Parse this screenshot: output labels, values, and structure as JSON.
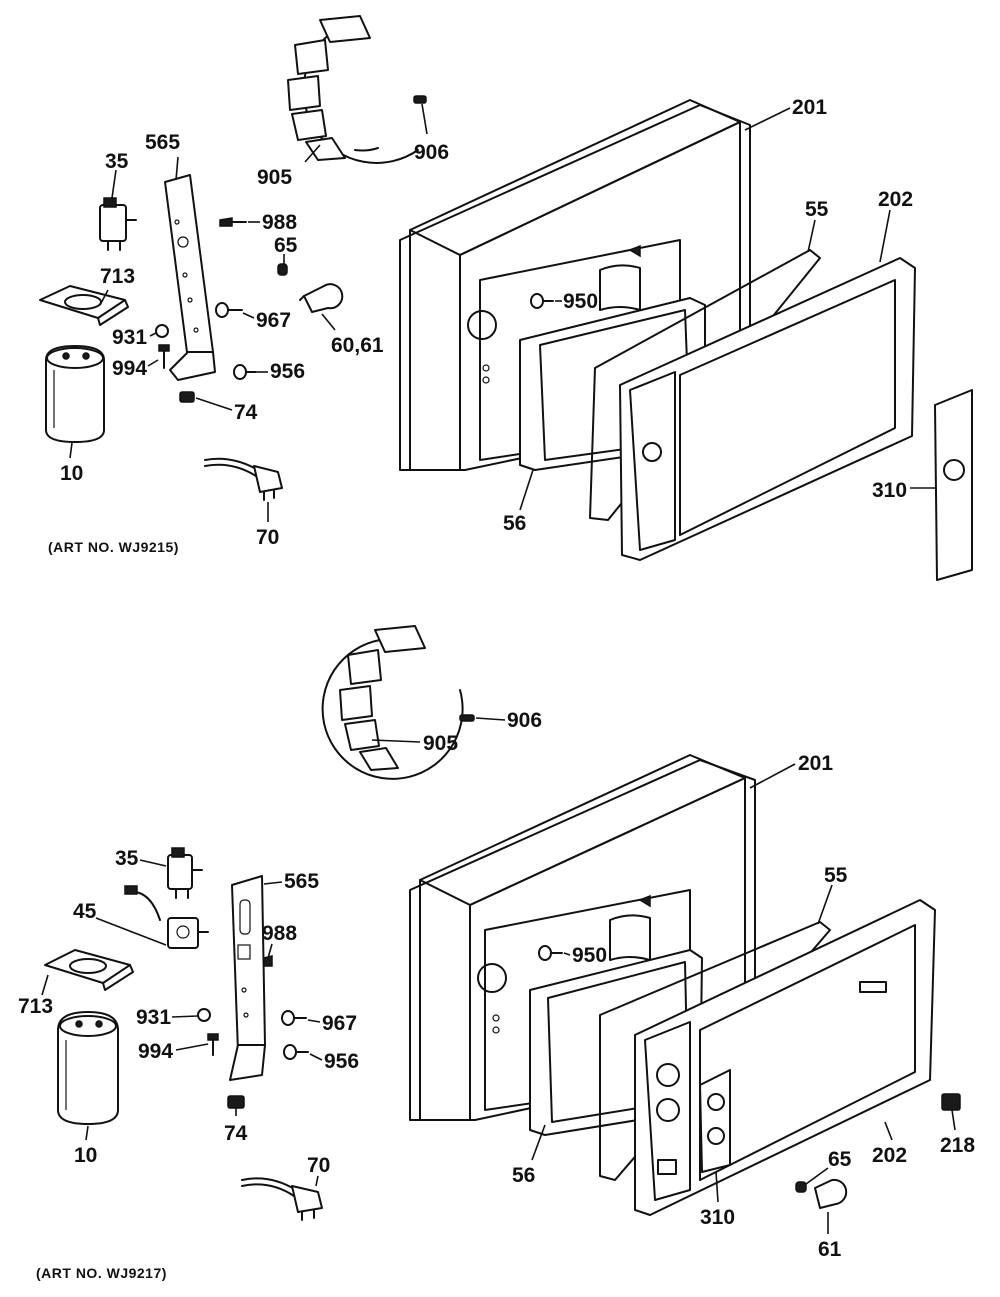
{
  "diagrams": [
    {
      "art_no": "(ART NO. WJ9215)",
      "callouts": [
        "905",
        "906",
        "565",
        "35",
        "988",
        "65",
        "713",
        "967",
        "60,61",
        "931",
        "994",
        "956",
        "74",
        "10",
        "70",
        "201",
        "55",
        "202",
        "950",
        "56",
        "310"
      ]
    },
    {
      "art_no": "(ART NO. WJ9217)",
      "callouts": [
        "905",
        "906",
        "201",
        "35",
        "565",
        "45",
        "988",
        "713",
        "931",
        "967",
        "994",
        "956",
        "10",
        "74",
        "70",
        "55",
        "950",
        "56",
        "202",
        "218",
        "65",
        "310",
        "61"
      ]
    }
  ]
}
